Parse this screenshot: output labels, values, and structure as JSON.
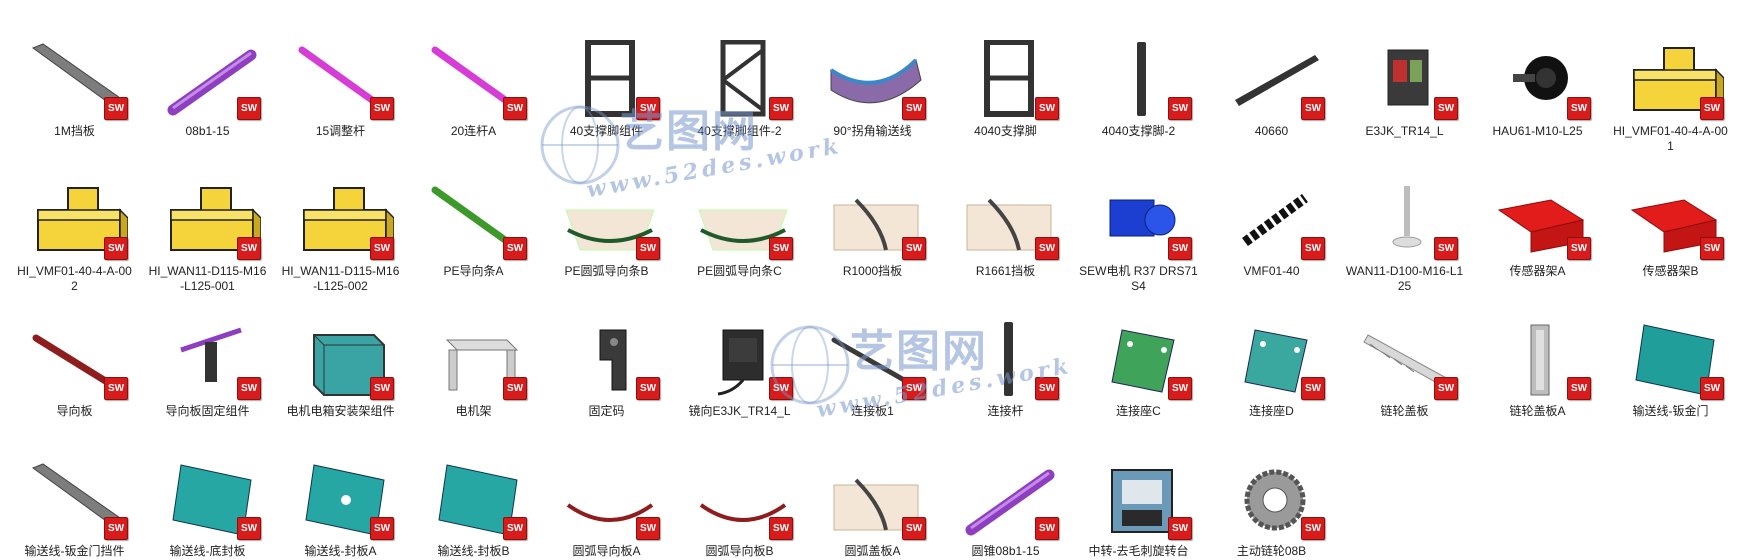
{
  "watermark": {
    "cn": "艺图网",
    "url": "www.52des.work"
  },
  "badge": "SW",
  "items": [
    {
      "label": "1M挡板",
      "shape": "plate-gray"
    },
    {
      "label": "08b1-15",
      "shape": "rod-purple"
    },
    {
      "label": "15调整杆",
      "shape": "rod-magenta"
    },
    {
      "label": "20连杆A",
      "shape": "rod-magenta"
    },
    {
      "label": "40支撑脚组件",
      "shape": "frame"
    },
    {
      "label": "40支撑脚组件-2",
      "shape": "frame-x"
    },
    {
      "label": "90°拐角输送线",
      "shape": "conveyor"
    },
    {
      "label": "4040支撑脚",
      "shape": "frame"
    },
    {
      "label": "4040支撑脚-2",
      "shape": "post"
    },
    {
      "label": "40660",
      "shape": "beam"
    },
    {
      "label": "E3JK_TR14_L",
      "shape": "sensor-box"
    },
    {
      "label": "HAU61-M10-L25",
      "shape": "knob"
    },
    {
      "label": "HI_VMF01-40-4-A-001",
      "shape": "block-yellow"
    },
    {
      "label": "HI_VMF01-40-4-A-002",
      "shape": "block-yellow"
    },
    {
      "label": "HI_WAN11-D115-M16-L125-001",
      "shape": "block-yellow"
    },
    {
      "label": "HI_WAN11-D115-M16-L125-002",
      "shape": "block-yellow"
    },
    {
      "label": "PE导向条A",
      "shape": "rod-green"
    },
    {
      "label": "PE圆弧导向条B",
      "shape": "arc-plate"
    },
    {
      "label": "PE圆弧导向条C",
      "shape": "arc-plate"
    },
    {
      "label": "R1000挡板",
      "shape": "curve-plate"
    },
    {
      "label": "R1661挡板",
      "shape": "curve-plate"
    },
    {
      "label": "SEW电机  R37 DRS71S4",
      "shape": "motor"
    },
    {
      "label": "VMF01-40",
      "shape": "chain"
    },
    {
      "label": "WAN11-D100-M16-L125",
      "shape": "foot"
    },
    {
      "label": "传感器架A",
      "shape": "bracket-red"
    },
    {
      "label": "传感器架B",
      "shape": "bracket-red"
    },
    {
      "label": "导向板",
      "shape": "rod-red"
    },
    {
      "label": "导向板固定组件",
      "shape": "clamp"
    },
    {
      "label": "电机电箱安装架组件",
      "shape": "cabinet"
    },
    {
      "label": "电机架",
      "shape": "stand"
    },
    {
      "label": "固定码",
      "shape": "angle-block"
    },
    {
      "label": "镜向E3JK_TR14_L",
      "shape": "sensor-dark"
    },
    {
      "label": "连接板1",
      "shape": "rod-dark"
    },
    {
      "label": "连接杆",
      "shape": "post"
    },
    {
      "label": "连接座C",
      "shape": "plate-green"
    },
    {
      "label": "连接座D",
      "shape": "plate-teal"
    },
    {
      "label": "链轮盖板",
      "shape": "comb"
    },
    {
      "label": "链轮盖板A",
      "shape": "channel"
    },
    {
      "label": "输送线-钣金门",
      "shape": "door-teal"
    },
    {
      "label": "输送线-钣金门挡件",
      "shape": "plate-gray"
    },
    {
      "label": "输送线-底封板",
      "shape": "panel-teal"
    },
    {
      "label": "输送线-封板A",
      "shape": "panel-teal-hole"
    },
    {
      "label": "输送线-封板B",
      "shape": "panel-teal"
    },
    {
      "label": "圆弧导向板A",
      "shape": "arc-red"
    },
    {
      "label": "圆弧导向板B",
      "shape": "arc-red"
    },
    {
      "label": "圆弧盖板A",
      "shape": "curve-plate"
    },
    {
      "label": "圆锥08b1-15",
      "shape": "rod-purple"
    },
    {
      "label": "中转-去毛刺旋转台",
      "shape": "machine"
    },
    {
      "label": "主动链轮08B",
      "shape": "sprocket"
    }
  ]
}
